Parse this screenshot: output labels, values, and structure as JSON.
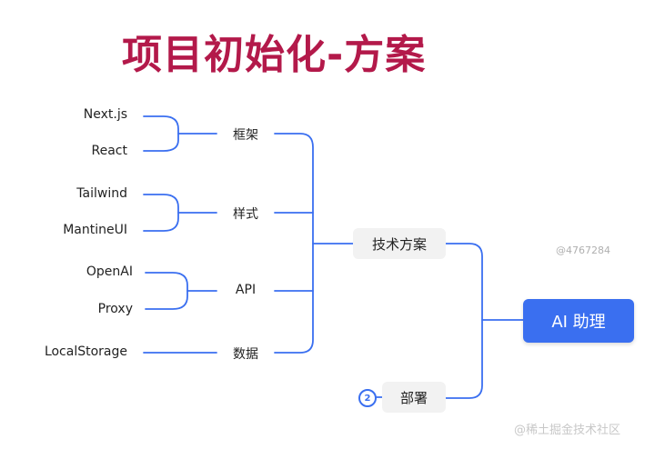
{
  "title": "项目初始化-方案",
  "root": "AI 助理",
  "branches": {
    "tech": "技术方案",
    "deploy": "部署",
    "deploy_badge": "2"
  },
  "groups": {
    "framework": "框架",
    "style": "样式",
    "api": "API",
    "data": "数据"
  },
  "leaves": {
    "nextjs": "Next.js",
    "react": "React",
    "tailwind": "Tailwind",
    "mantine": "MantineUI",
    "openai": "OpenAI",
    "proxy": "Proxy",
    "localstorage": "LocalStorage"
  },
  "watermark": "@4767284",
  "footer": "@稀土掘金技术社区",
  "colors": {
    "title": "#b3194a",
    "line": "#3a6ff0",
    "root": "#3a6ff0"
  }
}
